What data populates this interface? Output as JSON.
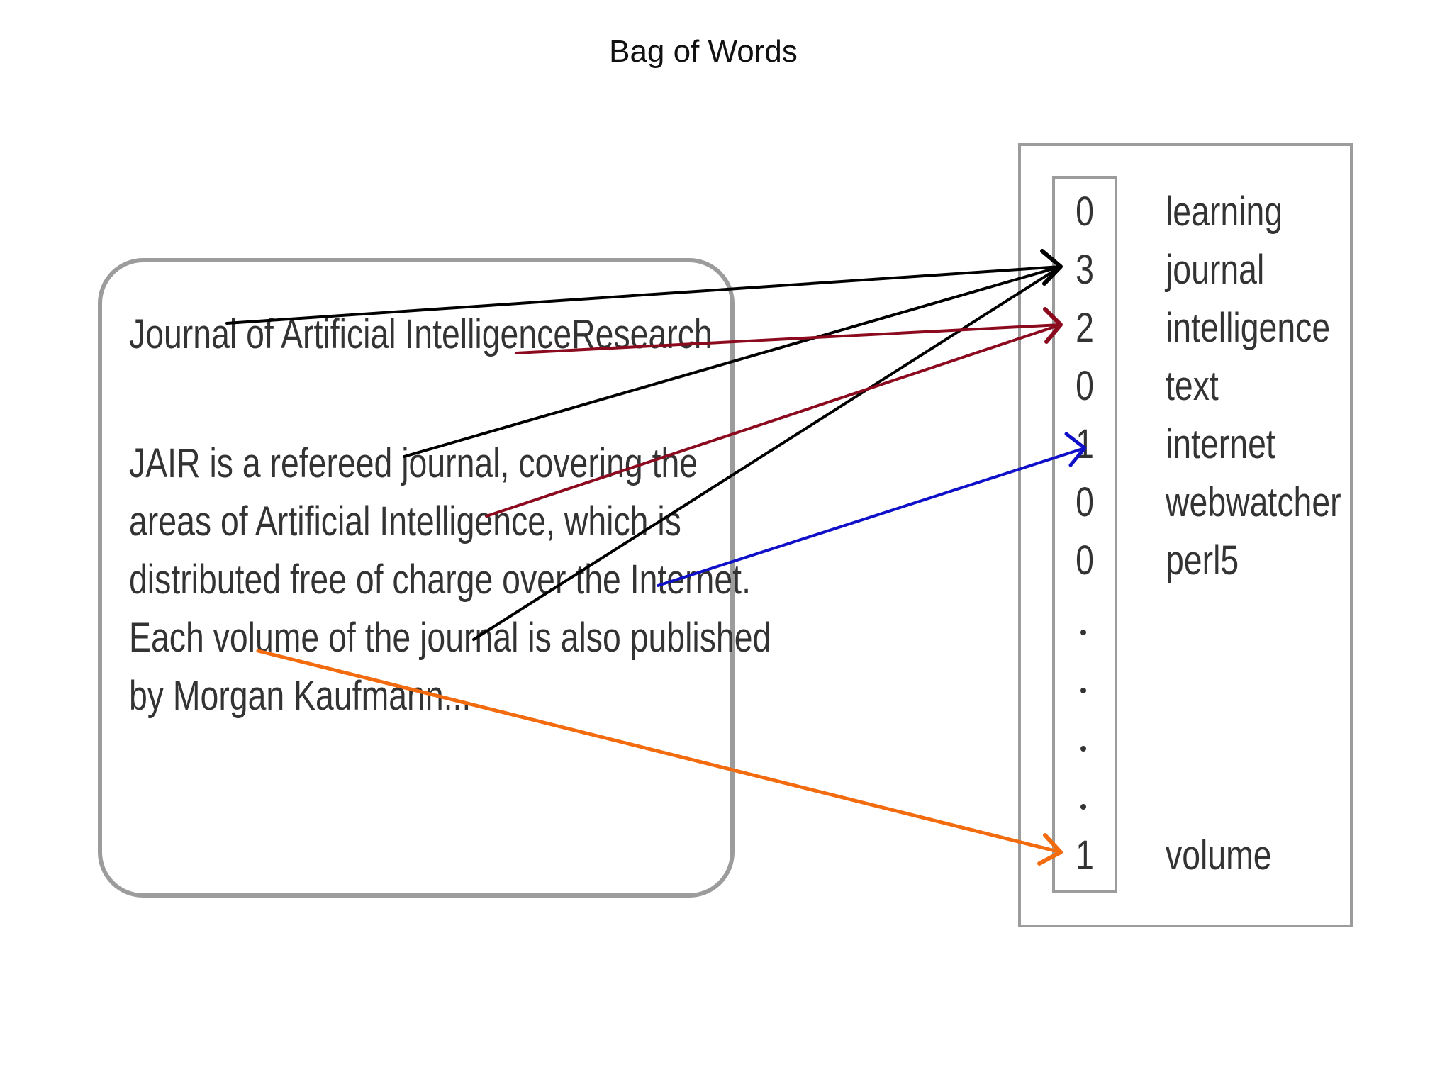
{
  "title": "Bag of Words",
  "document": {
    "title": "Journal of Artificial IntelligenceResearch",
    "body_lines": [
      "JAIR is a refereed journal, covering the",
      "areas of Artificial Intelligence, which is",
      "distributed free of charge over the Internet.",
      "Each volume of the journal is also published",
      "by Morgan Kaufmann..."
    ]
  },
  "vector": {
    "rows": [
      {
        "count": "0",
        "word": "learning"
      },
      {
        "count": "3",
        "word": "journal"
      },
      {
        "count": "2",
        "word": "intelligence"
      },
      {
        "count": "0",
        "word": "text"
      },
      {
        "count": "1",
        "word": "internet"
      },
      {
        "count": "0",
        "word": "webwatcher"
      },
      {
        "count": "0",
        "word": "perl5"
      }
    ],
    "last_row": {
      "count": "1",
      "word": "volume"
    }
  },
  "colors": {
    "journal_arrows": "#000000",
    "intelligence_arrows": "#8b0a1e",
    "internet_arrow": "#1010c8",
    "volume_arrow": "#f26b0f",
    "box_border": "#9c9c9c"
  }
}
